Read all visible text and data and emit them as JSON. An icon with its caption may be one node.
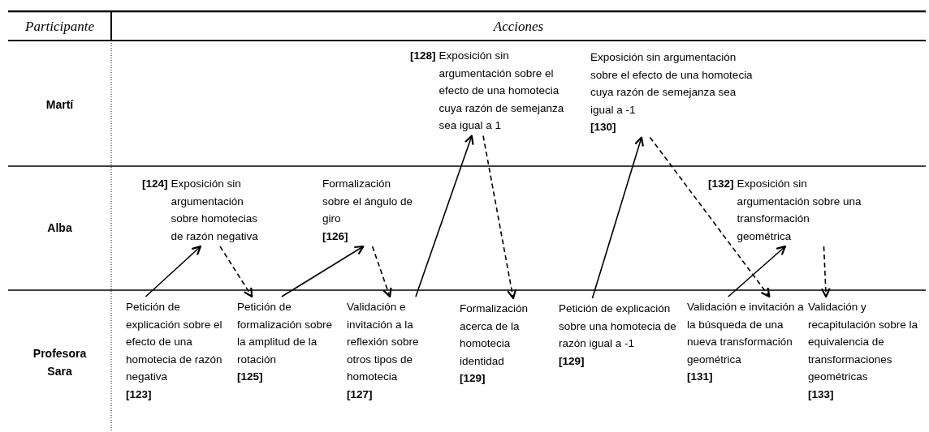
{
  "diagram": {
    "nodes": [
      {
        "text": [
          "Petición de explicación sobre el efecto de una homotecia de razón negativa",
          "[123]"
        ]
      },
      {
        "text": [
          "[124]",
          "Exposición sin argumentación sobre homotecias de razón negativa"
        ]
      },
      {
        "text": [
          "Petición de formalización sobre la amplitud de la rotación",
          "[125]"
        ]
      },
      {
        "text": [
          "Formalización sobre el ángulo de giro",
          "[126]"
        ]
      },
      {
        "text": [
          "Validación e invitación a la reflexión sobre otros tipos de homotecia",
          "[127]"
        ]
      },
      {
        "text": [
          "[128]",
          "Exposición sin argumentación sobre el efecto de una homotecia cuya razón de semejanza sea igual a 1"
        ]
      },
      {
        "text": [
          "Formalización acerca de la homotecia identidad",
          "[129]"
        ]
      },
      {
        "text": [
          "Petición de explicación sobre una homotecia de razón igual a -1",
          "[129]"
        ]
      },
      {
        "text": [
          "Exposición sin argumentación sobre el efecto de una homotecia cuya razón de semejanza sea igual a -1",
          "[130]"
        ]
      },
      {
        "text": [
          "Validación e invitación a la búsqueda de una nueva transformación geométrica",
          "[131]"
        ]
      },
      {
        "text": [
          "[132]",
          "Exposición sin argumentación sobre una transformación geométrica"
        ]
      },
      {
        "text": [
          "Validación y recapitulación sobre la equivalencia de transformaciones geométricas",
          "[133]"
        ]
      }
    ],
    "edges": [
      {
        "from": 0,
        "to": 1,
        "arrow": "to"
      },
      {
        "from": 1,
        "to": 2,
        "arrow": "to",
        "style": "dashed"
      },
      {
        "from": 2,
        "to": 3,
        "arrow": "to"
      },
      {
        "from": 3,
        "to": 4,
        "arrow": "to",
        "style": "dashed"
      },
      {
        "from": 4,
        "to": 5,
        "arrow": "to"
      },
      {
        "from": 5,
        "to": 6,
        "arrow": "to",
        "style": "dashed"
      },
      {
        "from": 7,
        "to": 8,
        "arrow": "to"
      },
      {
        "from": 8,
        "to": 9,
        "arrow": "to",
        "style": "dashed"
      },
      {
        "from": 9,
        "to": 10,
        "arrow": "to"
      },
      {
        "from": 10,
        "to": 11,
        "arrow": "to",
        "style": "dashed"
      }
    ],
    "labels": [
      "Participante",
      "Acciones",
      "Martí",
      "Alba",
      "Profesora Sara"
    ]
  }
}
